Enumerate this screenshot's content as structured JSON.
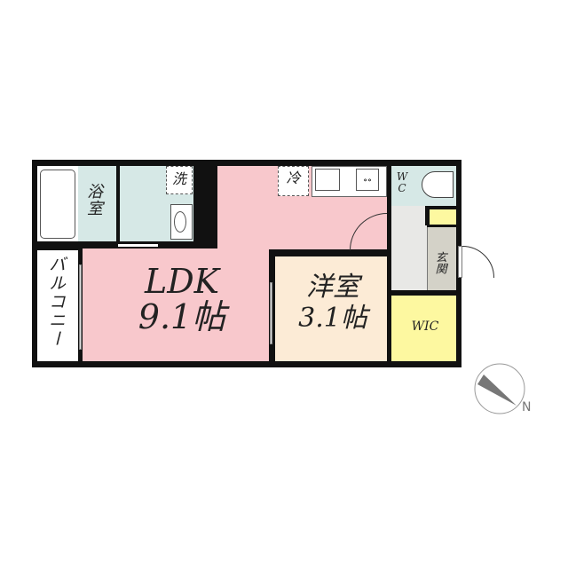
{
  "rooms": {
    "ldk": {
      "name": "LDK",
      "size": "9.1帖"
    },
    "western": {
      "name": "洋室",
      "size": "3.1帖"
    },
    "bath": "浴室",
    "washer": "洗",
    "fridge": "冷",
    "wc": "WC",
    "entrance": "玄関",
    "wic": "WIC",
    "balcony": "バルコニー"
  },
  "compass": {
    "label": "N"
  },
  "colors": {
    "ldk": "#f8c8cc",
    "western": "#fcebd6",
    "wet": "#d6e8e6",
    "hall": "#e8e8e6",
    "entrance": "#d4d2c8",
    "wic": "#fdf8a0"
  }
}
